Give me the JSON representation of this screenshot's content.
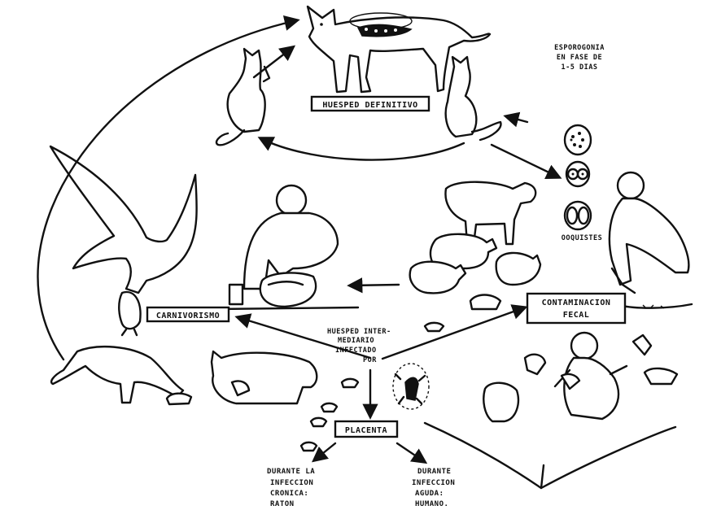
{
  "labels": {
    "definitive_host": "HUESPED DEFINITIVO",
    "sporogony": [
      "ESPOROGONIA",
      "EN FASE DE",
      "1-5 DIAS"
    ],
    "oocysts": "OOQUISTES",
    "fecal_contamination": [
      "CONTAMINACION",
      "FECAL"
    ],
    "carnivorism": "CARNIVORISMO",
    "intermediate_host": [
      "HUESPED INTER-",
      "MEDIARIO",
      "INFECTADO",
      "POR"
    ],
    "placenta": "PLACENTA",
    "chronic": [
      "DURANTE LA",
      "INFECCION",
      "CRONICA:",
      "RATON"
    ],
    "acute": [
      "DURANTE",
      "INFECCION",
      "AGUDA:",
      "HUMANO."
    ]
  },
  "colors": {
    "ink": "#111111",
    "paper": "#ffffff"
  }
}
